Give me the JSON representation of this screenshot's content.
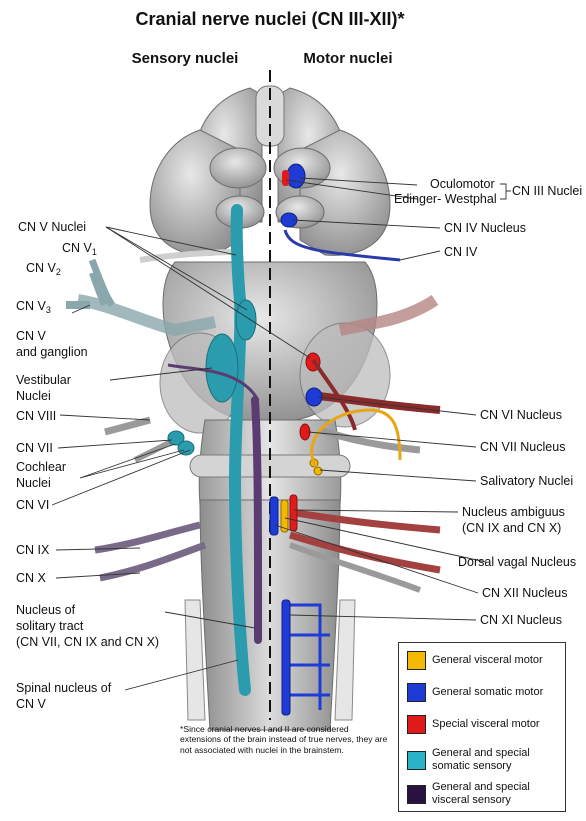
{
  "title": "Cranial nerve nuclei (CN III-XII)*",
  "headings": {
    "sensory": "Sensory nuclei",
    "motor": "Motor nuclei"
  },
  "labels_right": {
    "oculomotor": "Oculomotor",
    "edinger": "Edinger- Westphal",
    "cn3_nuclei": "CN III Nuclei",
    "cn4_nucleus": "CN IV Nucleus",
    "cn4": "CN IV",
    "cn6_nucleus": "CN VI Nucleus",
    "cn7_nucleus": "CN VII Nucleus",
    "salivatory": "Salivatory Nuclei",
    "ambiguus_1": "Nucleus ambiguus",
    "ambiguus_2": "(CN IX and CN X)",
    "dorsal_vagal": "Dorsal vagal Nucleus",
    "cn12_nucleus": "CN XII Nucleus",
    "cn11_nucleus": "CN XI Nucleus"
  },
  "labels_left": {
    "cn5_nuclei": "CN V Nuclei",
    "cn_v1": "CN V",
    "cn_v1_sub": "1",
    "cn_v2": "CN V",
    "cn_v2_sub": "2",
    "cn_v3": "CN V",
    "cn_v3_sub": "3",
    "cn5_ganglion_1": "CN V",
    "cn5_ganglion_2": "and ganglion",
    "vestibular_1": "Vestibular",
    "vestibular_2": "Nuclei",
    "cn8": "CN VIII",
    "cn7": "CN VII",
    "cochlear_1": "Cochlear",
    "cochlear_2": "Nuclei",
    "cn6": "CN VI",
    "cn9": "CN IX",
    "cn10": "CN X",
    "solitary_1": "Nucleus of",
    "solitary_2": "solitary tract",
    "solitary_3": "(CN VII, CN IX and CN X)",
    "spinal5_1": "Spinal nucleus of",
    "spinal5_2": "CN V"
  },
  "footnote": "*Since cranial nerves I and II are considered extensions of the brain instead of true nerves, they are not associated with nuclei in the brainstem.",
  "legend": [
    {
      "label": "General visceral motor",
      "color": "#f5b800"
    },
    {
      "label": "General somatic motor",
      "color": "#1f3bd6"
    },
    {
      "label": "Special visceral motor",
      "color": "#e11b1b"
    },
    {
      "label": "General and special somatic sensory",
      "color": "#2ab3c9"
    },
    {
      "label": "General and special visceral sensory",
      "color": "#2a1240"
    }
  ],
  "colors": {
    "teal": "#2a9cad",
    "purple": "#5a3c72",
    "red": "#b21f1f",
    "dark_red": "#7a2222",
    "blue": "#1f3bd6",
    "yellow": "#e8a615",
    "brainstem": "#c9c9c9"
  }
}
